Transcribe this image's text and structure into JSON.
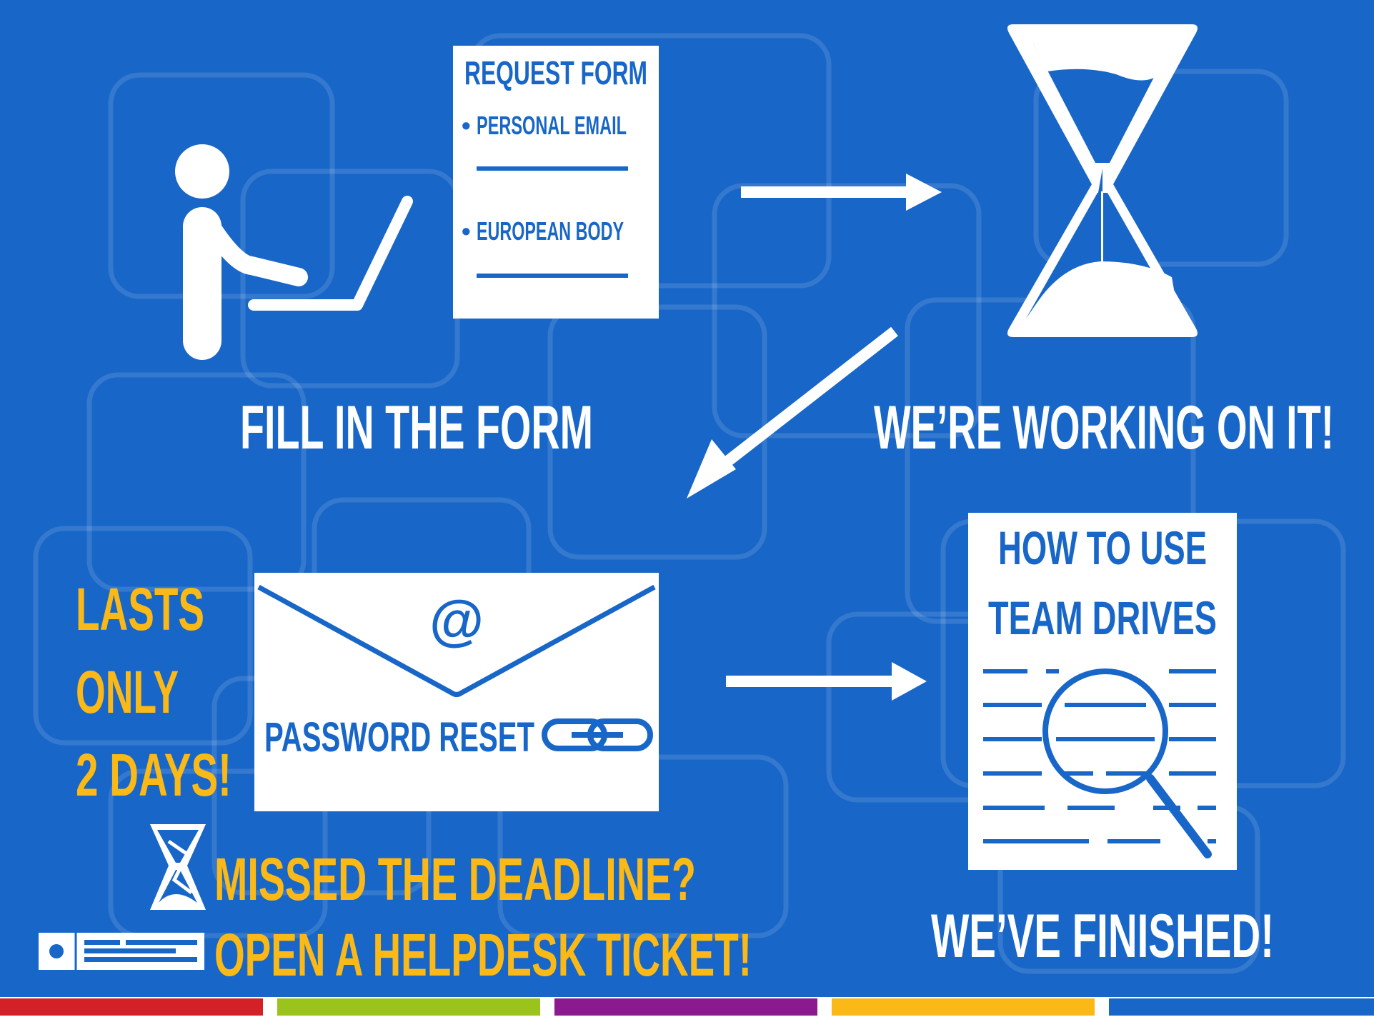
{
  "steps": {
    "fill_form": {
      "caption": "FILL IN THE FORM"
    },
    "working": {
      "caption": "WE’RE WORKING ON IT!"
    },
    "finished": {
      "caption": "WE’VE FINISHED!"
    }
  },
  "request_form": {
    "title": "REQUEST FORM",
    "fields": [
      "PERSONAL EMAIL",
      "EUROPEAN BODY"
    ],
    "bullet": "•"
  },
  "email": {
    "at_symbol": "@",
    "label": "PASSWORD RESET"
  },
  "guide": {
    "title_line1": "HOW TO USE",
    "title_line2": "TEAM DRIVES"
  },
  "validity": {
    "line1": "LASTS",
    "line2": "ONLY",
    "line3": "2 DAYS!"
  },
  "deadline": {
    "line1": "MISSED THE DEADLINE?",
    "line2": "OPEN A HELPDESK TICKET!"
  },
  "colors": {
    "background": "#1766c8",
    "foreground": "#ffffff",
    "accent": "#fbb917",
    "stripe": [
      "#d42027",
      "#9ac31c",
      "#8b1a8e",
      "#fbb917",
      "#1766c8"
    ]
  },
  "icons": [
    "person-laptop-icon",
    "hourglass-icon",
    "envelope-icon",
    "link-chain-icon",
    "magnifier-icon",
    "broken-hourglass-icon",
    "server-icon"
  ]
}
